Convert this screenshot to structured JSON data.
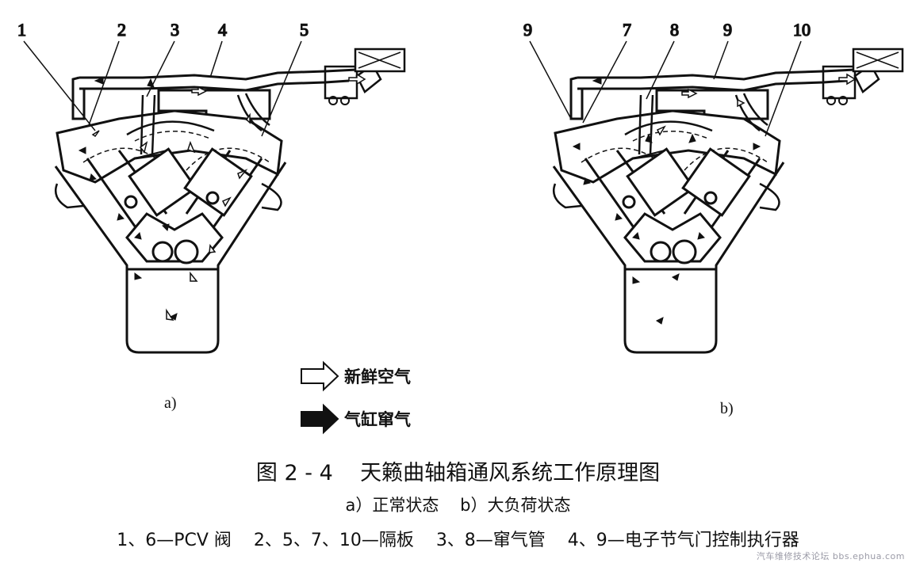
{
  "labels_a": [
    "1",
    "2",
    "3",
    "4",
    "5"
  ],
  "labels_b": [
    "9",
    "7",
    "8",
    "9",
    "10"
  ],
  "panel_a": "a)",
  "panel_b": "b)",
  "legend": {
    "fresh_air": "新鲜空气",
    "blowby": "气缸窜气"
  },
  "caption": {
    "title": "图 2 - 4    天籁曲轴箱通风系统工作原理图",
    "subtitle": "a）正常状态    b）大负荷状态",
    "key": "1、6—PCV 阀    2、5、7、10—隔板    3、8—窜气管    4、9—电子节气门控制执行器"
  },
  "watermark": "汽车维修技术论坛 bbs.ephua.com",
  "colors": {
    "ink": "#111111",
    "fill_light": "#ffffff",
    "watermark": "#9a9aa6"
  }
}
